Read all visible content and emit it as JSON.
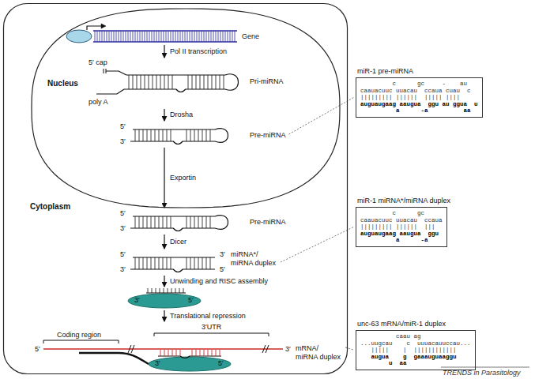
{
  "diagram": {
    "nodes": [
      {
        "text": [
          "Cytoplasm"
        ]
      },
      {
        "text": [
          "Nucleus"
        ],
        "in": 0
      },
      {
        "text": [
          "Gene"
        ],
        "in": 1
      },
      {
        "text": [
          "5′ cap",
          "poly A",
          "Pri-miRNA"
        ],
        "in": 1
      },
      {
        "text": [
          "5′",
          "3′",
          "Pre-miRNA"
        ],
        "in": 1
      },
      {
        "text": [
          "5′",
          "3′",
          "Pre-miRNA"
        ],
        "in": 0
      },
      {
        "text": [
          "5′",
          "3′",
          "3′",
          "miRNA*/ miRNA duplex",
          "5′"
        ],
        "in": 0
      },
      {
        "text": [
          "3′",
          "5′"
        ],
        "in": 0
      },
      {
        "text": [
          "Coding region",
          "3′UTR",
          "5′",
          "3′",
          "mRNA/ miRNA duplex",
          "3′",
          "5′"
        ],
        "in": 0
      },
      {
        "text": [
          "miR-1 pre-miRNA",
          "         c      gc     -    au",
          "caauacuuc uuacau  ccaua cuau  c",
          "||||||||| ||||||  ||||| ||||",
          "auguaugaag aaugua  ggu au ggua  u",
          "          a      -a          aa"
        ]
      },
      {
        "text": [
          "miR-1 miRNA*/miRNA duplex",
          "         c      gc",
          "caauacuuc uuacau  ccaua",
          "||||||||| ||||||  |||",
          "auguaugaag aaugua  ggu",
          "          a      -a"
        ]
      },
      {
        "text": [
          "unc-63 mRNA/miR-1 duplex",
          "          caau ag",
          "...uugcau    c  uuuacauuccau...",
          "   |||||    |  ||||||||||||",
          "   augua    g  gaaauguaaggu",
          "        u  aa"
        ]
      }
    ],
    "edges": [
      {
        "from": 2,
        "to": 3,
        "arrow": "to",
        "label": "Pol II transcription"
      },
      {
        "from": 3,
        "to": 4,
        "arrow": "to",
        "label": "Drosha"
      },
      {
        "from": 4,
        "to": 5,
        "arrow": "to",
        "label": "Exportin"
      },
      {
        "from": 5,
        "to": 6,
        "arrow": "to",
        "label": "Dicer"
      },
      {
        "from": 6,
        "to": 7,
        "arrow": "to",
        "label": "Unwinding and RISC assembly"
      },
      {
        "from": 7,
        "to": 8,
        "arrow": "to",
        "label": "Translational repression"
      },
      {
        "from": 4,
        "to": 9,
        "arrow": "none"
      },
      {
        "from": 6,
        "to": 10,
        "arrow": "none"
      },
      {
        "from": 8,
        "to": 11,
        "arrow": "none"
      }
    ],
    "labels": [
      "TRENDS in Parasitology"
    ]
  }
}
